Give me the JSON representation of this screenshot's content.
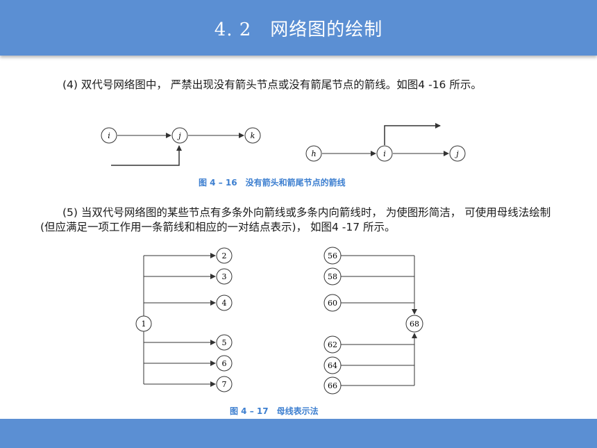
{
  "header": {
    "title": "4. 2　网络图的绘制"
  },
  "para1": {
    "text": "(4) 双代号网络图中， 严禁出现没有箭头节点或没有箭尾节点的箭线。如图4 -16 所示。"
  },
  "fig16": {
    "caption": "图 4 – 16　没有箭头和箭尾节点的箭线",
    "left_nodes": [
      "i",
      "j",
      "k"
    ],
    "right_nodes": [
      "h",
      "i",
      "j"
    ]
  },
  "para2": {
    "text": "(5) 当双代号网络图的某些节点有多条外向箭线或多条内向箭线时， 为使图形简洁， 可使用母线法绘制(但应满足一项工作用一条箭线和相应的一对结点表示)， 如图4 -17 所示。"
  },
  "fig17": {
    "caption": "图 4 – 17　母线表示法",
    "source_node": "1",
    "out_nodes": [
      "2",
      "3",
      "4",
      "5",
      "6",
      "7"
    ],
    "in_nodes": [
      "56",
      "58",
      "60",
      "62",
      "64",
      "66"
    ],
    "target_node": "68"
  }
}
